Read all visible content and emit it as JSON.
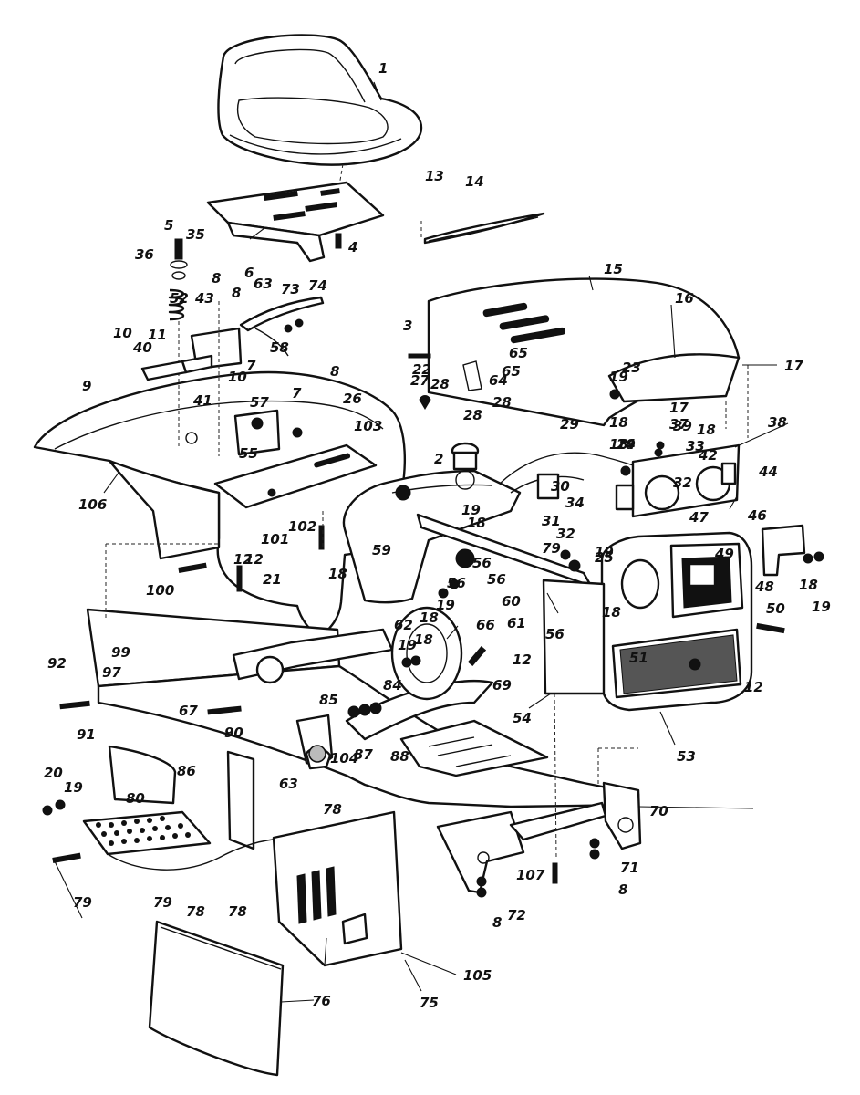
{
  "diagram": {
    "type": "exploded parts diagram",
    "part_numbers": [
      "1",
      "2",
      "3",
      "4",
      "5",
      "6",
      "7",
      "7",
      "8",
      "8",
      "8",
      "8",
      "8",
      "9",
      "10",
      "10",
      "11",
      "12",
      "12",
      "12",
      "12",
      "13",
      "14",
      "15",
      "16",
      "17",
      "17",
      "18",
      "18",
      "18",
      "18",
      "18",
      "18",
      "18",
      "18",
      "18",
      "19",
      "19",
      "19",
      "19",
      "19",
      "19",
      "19",
      "19",
      "20",
      "21",
      "22",
      "23",
      "24",
      "25",
      "26",
      "27",
      "28",
      "28",
      "28",
      "29",
      "30",
      "31",
      "32",
      "32",
      "33",
      "34",
      "35",
      "36",
      "37",
      "38",
      "39",
      "40",
      "41",
      "42",
      "43",
      "44",
      "46",
      "47",
      "48",
      "49",
      "50",
      "51",
      "52",
      "53",
      "54",
      "55",
      "56",
      "56",
      "56",
      "56",
      "57",
      "58",
      "59",
      "60",
      "61",
      "62",
      "63",
      "63",
      "64",
      "65",
      "65",
      "66",
      "67",
      "69",
      "70",
      "71",
      "72",
      "73",
      "74",
      "75",
      "76",
      "78",
      "78",
      "78",
      "79",
      "79",
      "79",
      "80",
      "84",
      "85",
      "86",
      "87",
      "88",
      "90",
      "91",
      "92",
      "97",
      "99",
      "100",
      "101",
      "102",
      "103",
      "104",
      "105",
      "106",
      "107"
    ]
  }
}
